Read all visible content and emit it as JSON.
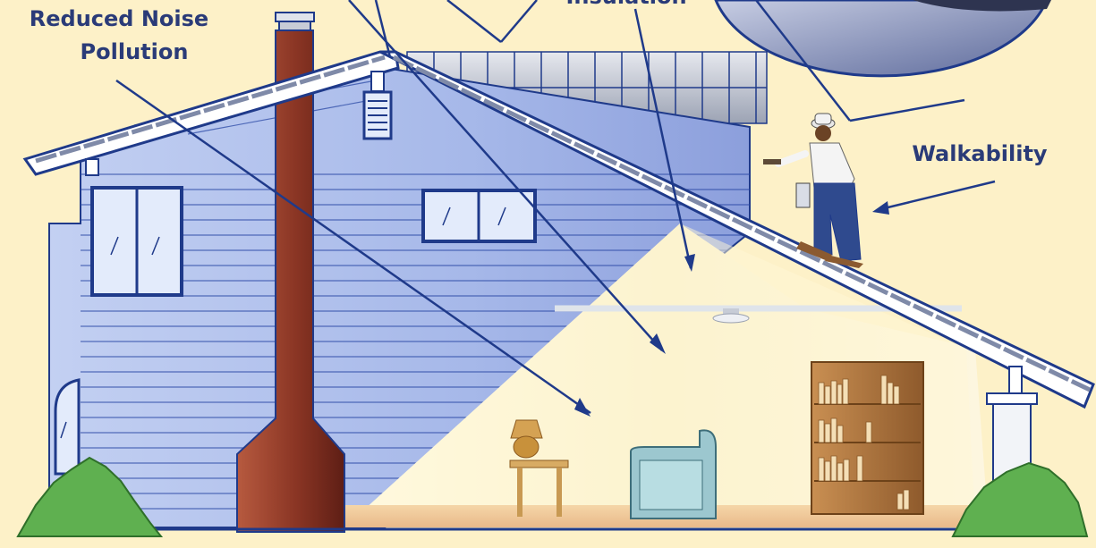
{
  "callouts": {
    "noise_line1": "Reduced Noise",
    "noise_line2": "Pollution",
    "insulation": "Insulation",
    "walkability": "Walkability"
  },
  "colors": {
    "background": "#fdf1c8",
    "outline": "#1f3a8a",
    "siding": "#a9bcec",
    "chimney": "#8a3524",
    "interior": "#fbf2d0",
    "shrub": "#5fb050",
    "text": "#2a3b78"
  }
}
